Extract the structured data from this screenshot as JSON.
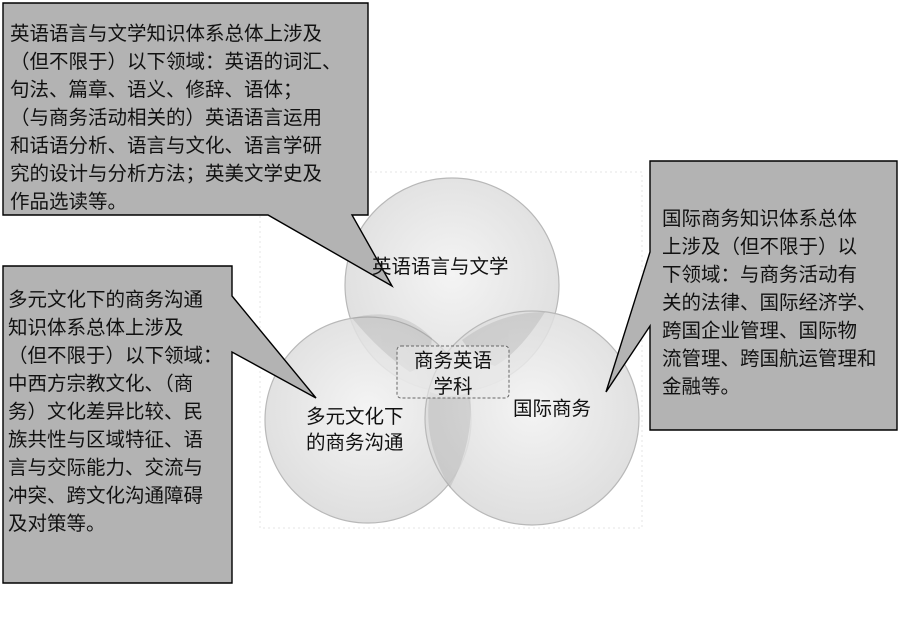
{
  "circles": {
    "literature": "英语语言与文学",
    "culture": "多元文化下\n的商务沟通",
    "business": "国际商务"
  },
  "core": "商务英语\n学科",
  "callouts": {
    "literature": "英语语言与文学知识体系总体上涉及\n（但不限于）以下领域：英语的词汇、\n句法、篇章、语义、修辞、语体；\n（与商务活动相关的）英语语言运用\n和话语分析、语言与文化、语言学研\n究的设计与分析方法；英美文学史及\n作品选读等。",
    "culture": "多元文化下的商务沟通\n知识体系总体上涉及\n（但不限于）以下领域：\n中西方宗教文化、（商\n务）文化差异比较、民\n族共性与区域特征、语\n言与交际能力、交流与\n冲突、跨文化沟通障碍\n及对策等。",
    "business": "国际商务知识体系总体\n上涉及（但不限于）以\n下领域：与商务活动有\n关的法律、国际经济学、\n跨国企业管理、国际物\n流管理、跨国航运管理和\n金融等。"
  }
}
